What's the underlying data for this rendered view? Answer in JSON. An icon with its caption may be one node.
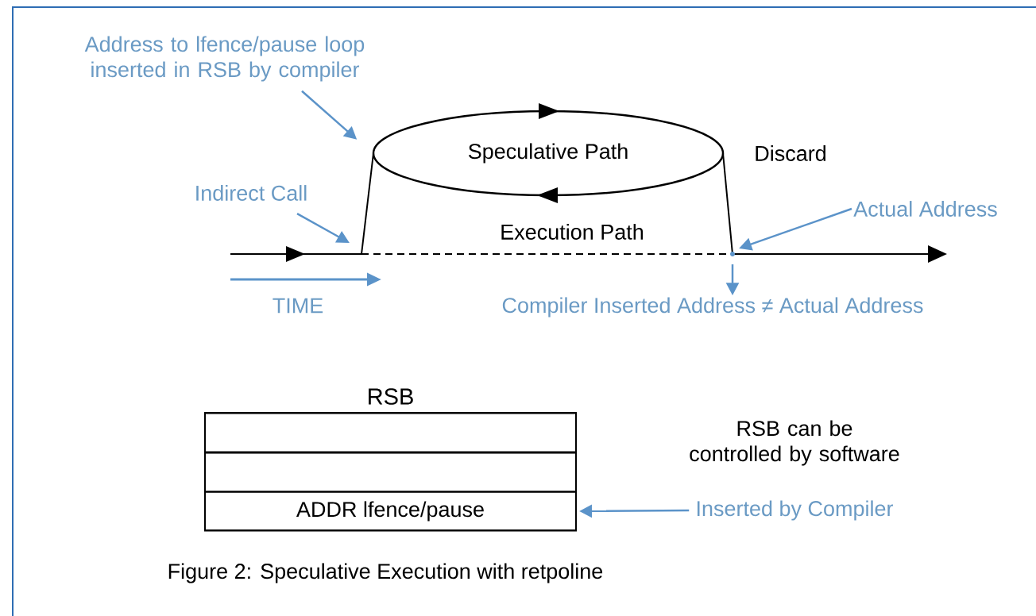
{
  "diagram": {
    "caption": "Figure 2: Speculative Execution with retpoline",
    "nodes": [
      {
        "text": [
          "Address to lfence/pause loop inserted in RSB by compiler"
        ]
      },
      {
        "text": [
          "Indirect Call"
        ]
      },
      {
        "text": [
          "Speculative Path"
        ]
      },
      {
        "text": [
          "Actual Address"
        ]
      },
      {
        "text": [
          "Compiler Inserted Address ≠ Actual Address"
        ]
      },
      {
        "text": [
          "RSB"
        ]
      },
      {
        "text": [],
        "shape": "box",
        "in": 5
      },
      {
        "text": [],
        "shape": "box",
        "in": 5
      },
      {
        "text": [
          "ADDR lfence/pause"
        ],
        "in": 5
      },
      {
        "text": [
          "Inserted by Compiler"
        ]
      }
    ],
    "edges": [
      {
        "from": 0,
        "to": 2,
        "arrow": "to"
      },
      {
        "from": 1,
        "to": null,
        "arrow": "to"
      },
      {
        "from": 3,
        "to": null,
        "arrow": "to"
      },
      {
        "from": null,
        "to": 4,
        "arrow": "to"
      },
      {
        "from": 9,
        "to": 8,
        "arrow": "to"
      }
    ],
    "labels": [
      "Discard",
      "Execution Path",
      "TIME",
      "RSB can be controlled by software"
    ]
  }
}
